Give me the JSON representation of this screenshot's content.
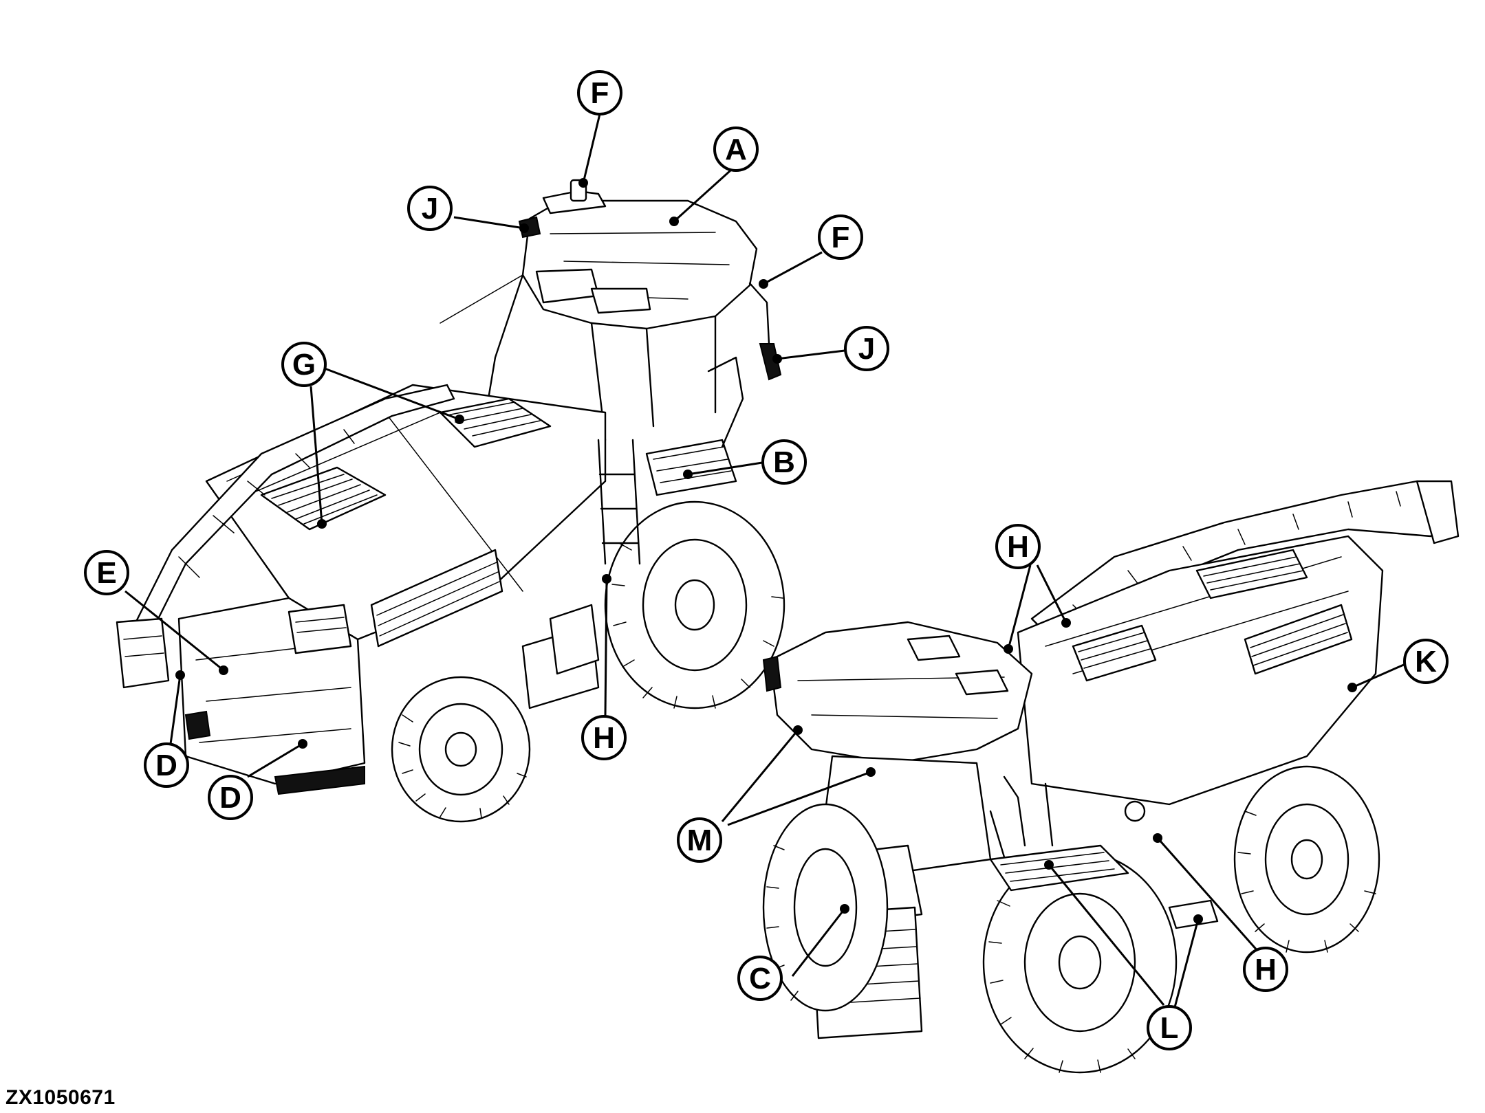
{
  "figure_id": "ZX1050671",
  "callouts": [
    {
      "letter": "F"
    },
    {
      "letter": "A"
    },
    {
      "letter": "J"
    },
    {
      "letter": "F"
    },
    {
      "letter": "J"
    },
    {
      "letter": "G"
    },
    {
      "letter": "B"
    },
    {
      "letter": "E"
    },
    {
      "letter": "H"
    },
    {
      "letter": "D"
    },
    {
      "letter": "D"
    },
    {
      "letter": "H"
    },
    {
      "letter": "K"
    },
    {
      "letter": "M"
    },
    {
      "letter": "H"
    },
    {
      "letter": "C"
    },
    {
      "letter": "L"
    }
  ]
}
